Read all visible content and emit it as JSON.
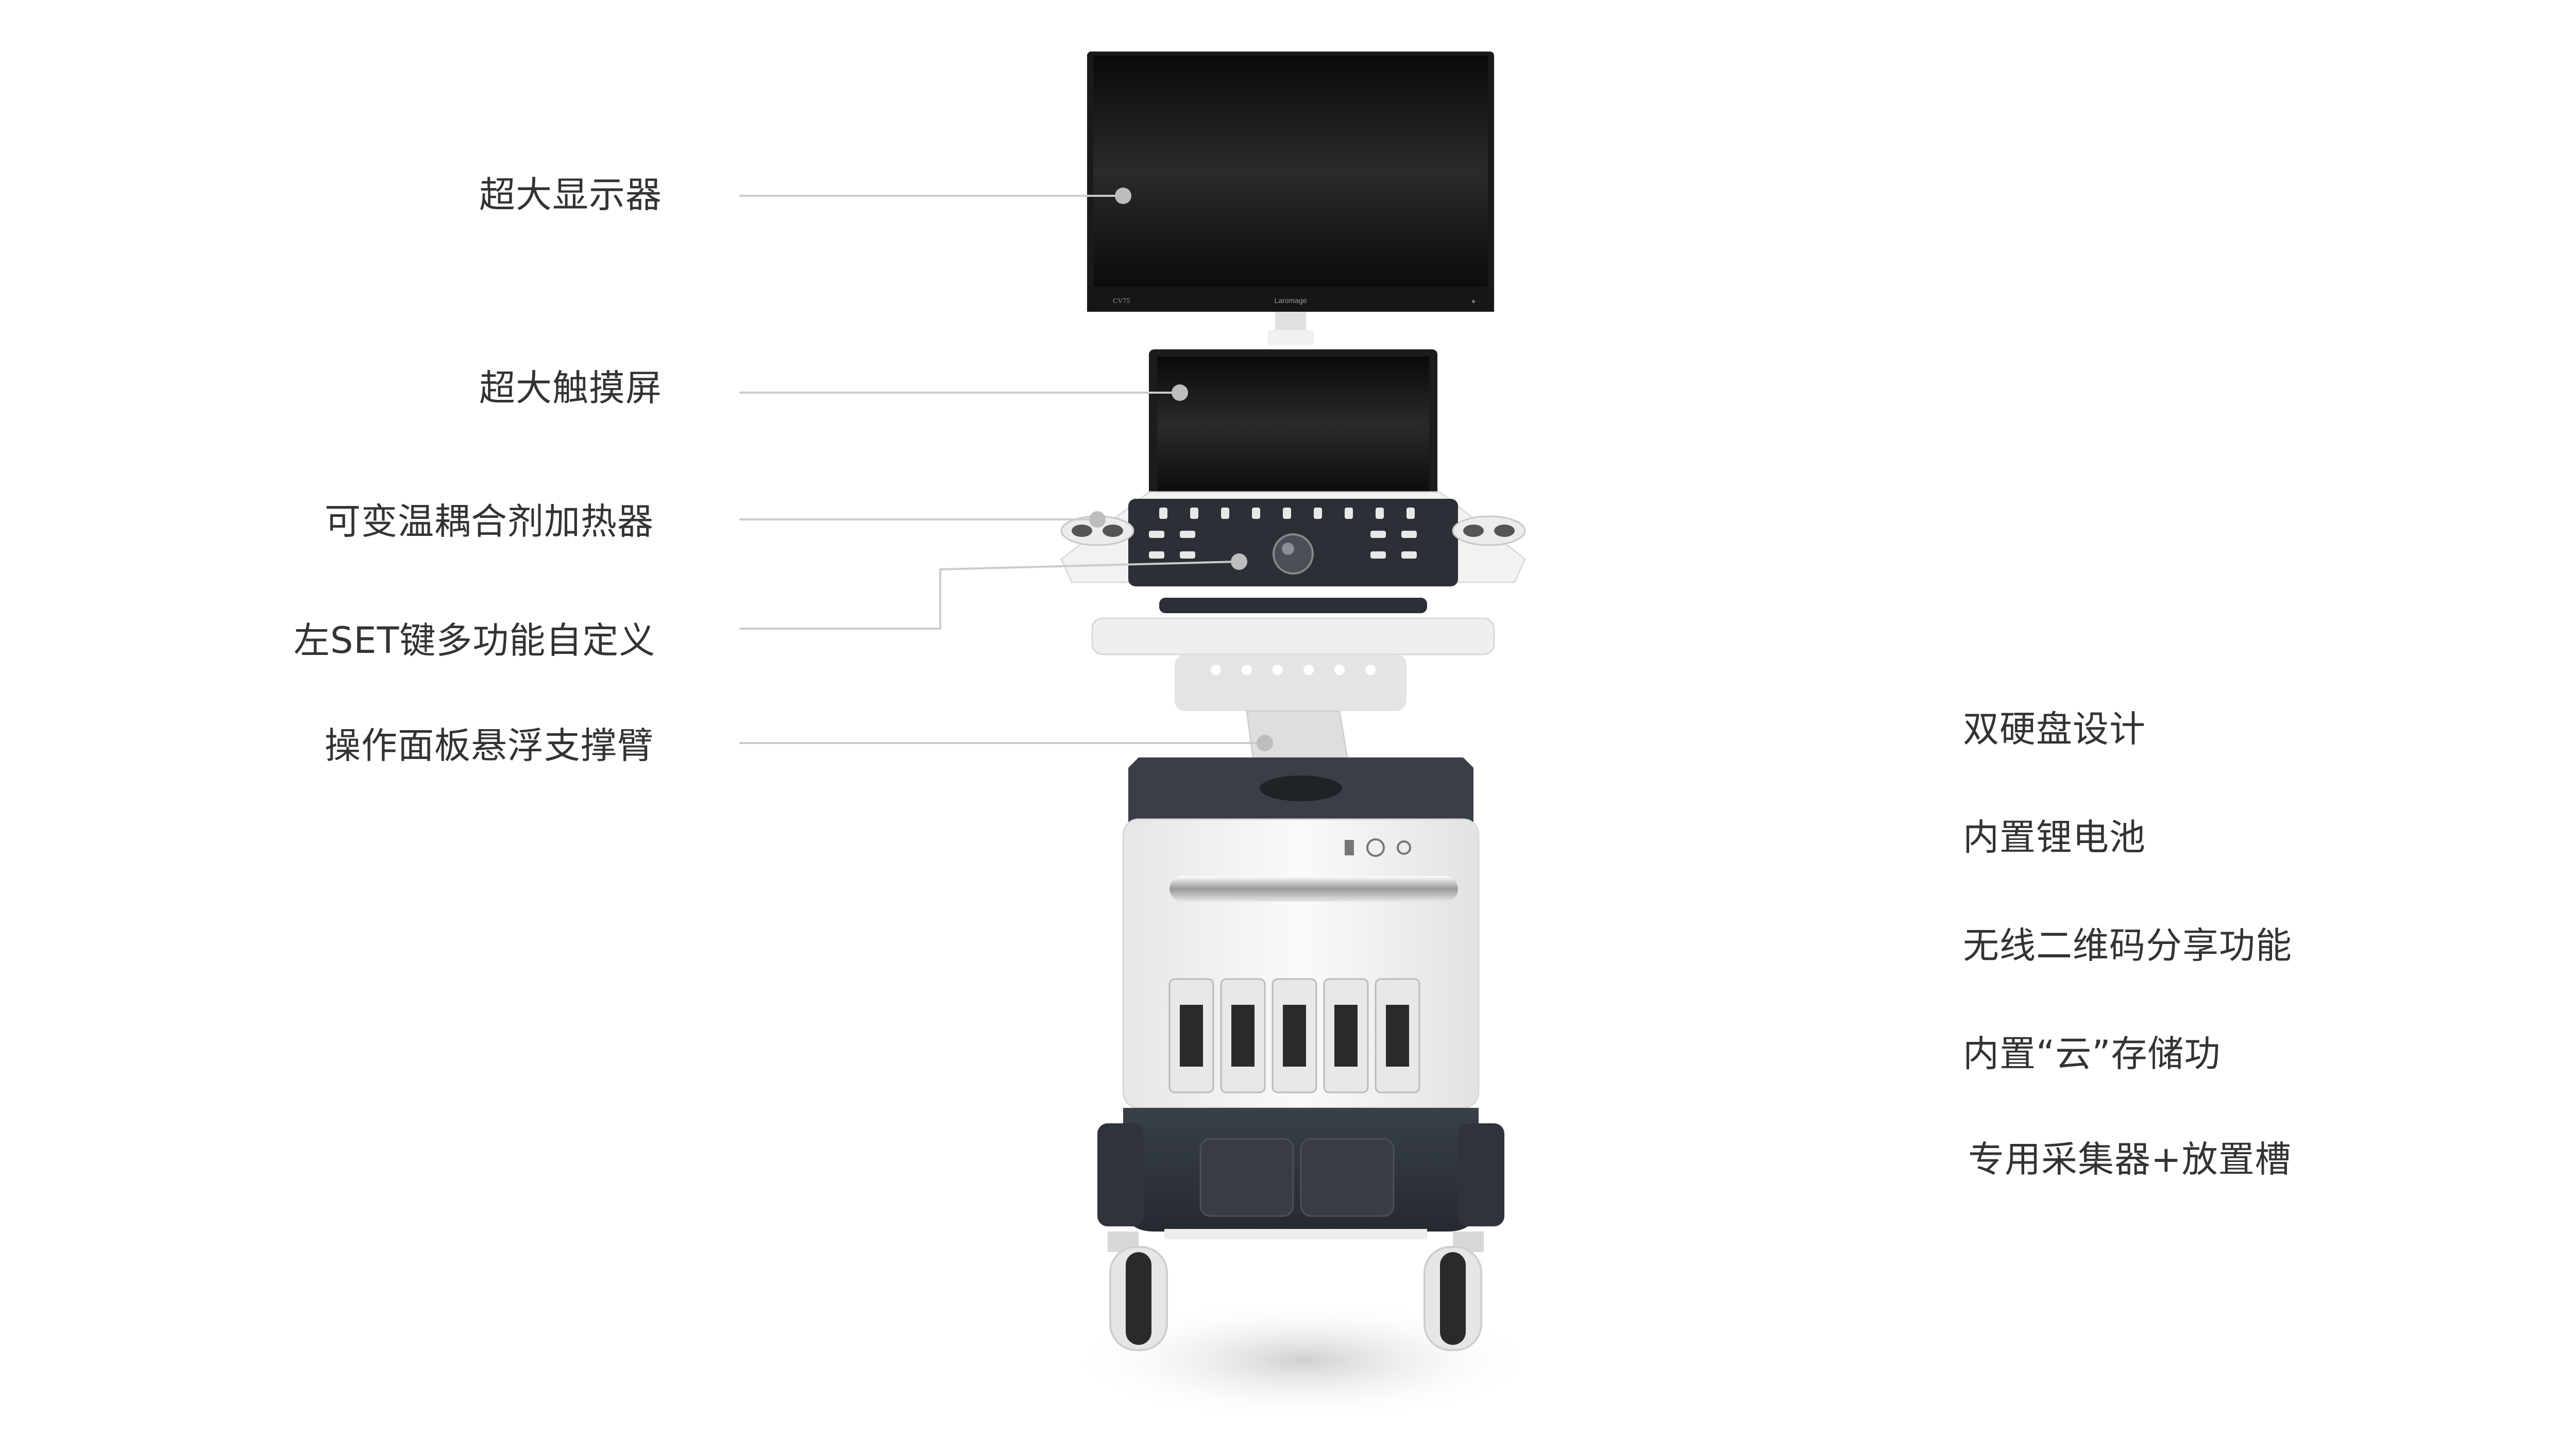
{
  "left_features": [
    {
      "text": "超大显示器"
    },
    {
      "text": "超大触摸屏"
    },
    {
      "text": "可变温耦合剂加热器"
    },
    {
      "text": "左SET键多功能自定义"
    },
    {
      "text": "操作面板悬浮支撑臂"
    }
  ],
  "right_features": [
    {
      "text": "双硬盘设计"
    },
    {
      "text": "内置锂电池"
    },
    {
      "text": "无线二维码分享功能"
    },
    {
      "text": "内置“云”存储功"
    },
    {
      "text": "专用采集器+放置槽"
    }
  ],
  "monitor": {
    "brand": "Laromage",
    "model": "CV75"
  },
  "colors": {
    "text": "#333333",
    "leader_line": "#cccccc",
    "marker_dot": "#bdbdbd",
    "device_body": "#f4f4f4",
    "device_dark": "#2f343c",
    "screen": "#111111"
  }
}
